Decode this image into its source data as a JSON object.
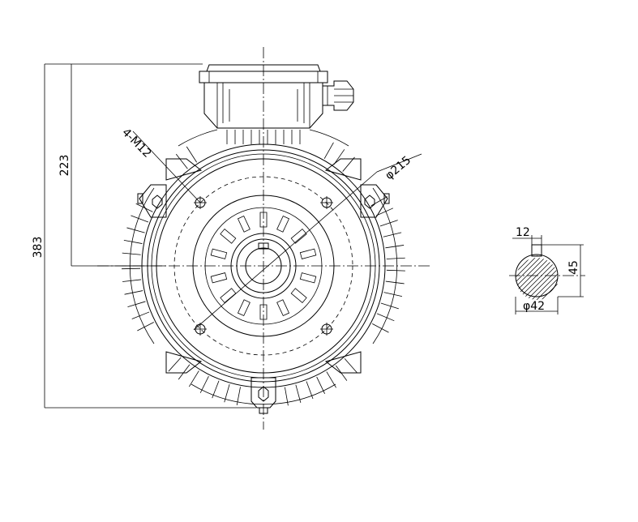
{
  "dimensions": {
    "overall_height": "383",
    "shaft_height": "223",
    "flange_pcd": "φ215",
    "bolt_holes": "4-M12",
    "key_width": "12",
    "shaft_key_height": "45",
    "shaft_diameter": "φ42"
  },
  "colors": {
    "line": "#000000",
    "background": "#ffffff"
  }
}
